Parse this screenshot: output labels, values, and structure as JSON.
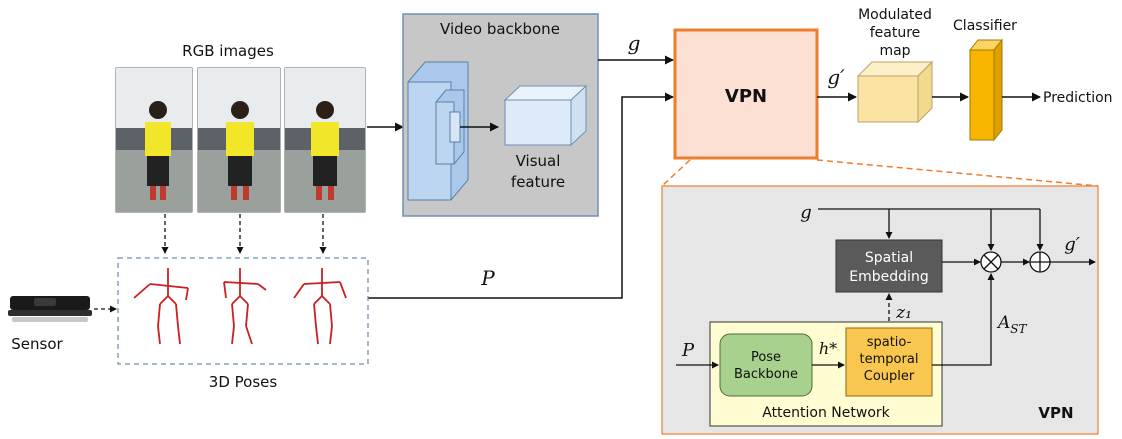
{
  "labels": {
    "rgb_images": "RGB images",
    "video_backbone": "Video backbone",
    "visual_feature_line1": "Visual",
    "visual_feature_line2": "feature",
    "vpn_main": "VPN",
    "modulated_line1": "Modulated",
    "modulated_line2": "feature",
    "modulated_line3": "map",
    "classifier": "Classifier",
    "prediction": "Prediction",
    "sensor": "Sensor",
    "poses_3d": "3D Poses",
    "spatial_embedding_line1": "Spatial",
    "spatial_embedding_line2": "Embedding",
    "pose_backbone_line1": "Pose",
    "pose_backbone_line2": "Backbone",
    "coupler_line1": "spatio-",
    "coupler_line2": "temporal",
    "coupler_line3": "Coupler",
    "attention_network": "Attention Network",
    "vpn_detail": "VPN"
  },
  "symbols": {
    "g": "g",
    "g_prime": "g′",
    "P": "P",
    "h_star": "h*",
    "z1": "z₁",
    "A_st": "A",
    "A_st_sub": "ST"
  },
  "colors": {
    "video_backbone_bg": "#c7c7c7",
    "video_backbone_border": "#6f8fb3",
    "backbone_box": "#a9c8ea",
    "vpn_fill": "#fbe0d3",
    "vpn_border": "#ee7d2e",
    "detail_bg": "#e6e6e6",
    "feature_map": "#fbe3a4",
    "classifier": "#f7b500",
    "pose_edges": "#cc1f1f",
    "spatial_embedding": "#5a5a5a",
    "attention_network_bg": "#fffcd1",
    "pose_backbone": "#a9d18e",
    "coupler": "#f9c74f"
  }
}
